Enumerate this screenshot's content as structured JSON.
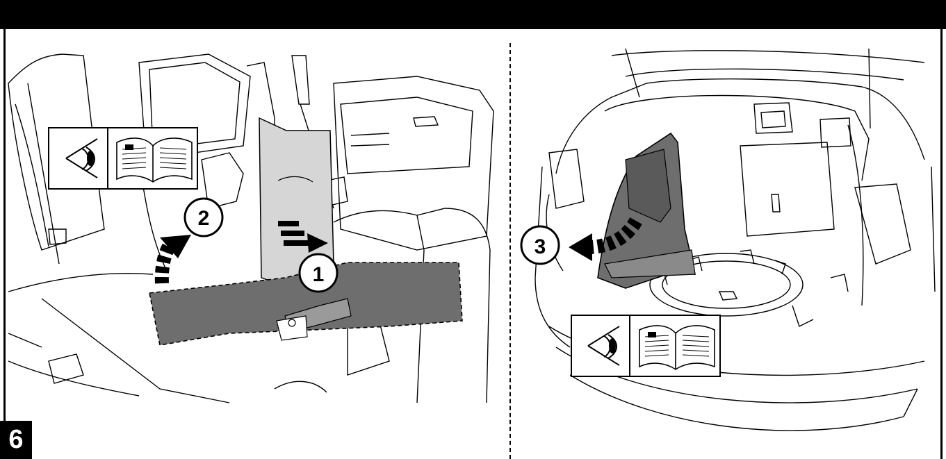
{
  "step_number": "6",
  "callouts": {
    "callout_1": "1",
    "callout_2": "2",
    "callout_3": "3"
  },
  "icons": [
    "eye-icon",
    "open-book-icon",
    "arrow-icon"
  ],
  "colors": {
    "panel_light": "#d6d6d6",
    "panel_dark": "#6e6e6e",
    "outline": "#000000",
    "background": "#ffffff"
  }
}
